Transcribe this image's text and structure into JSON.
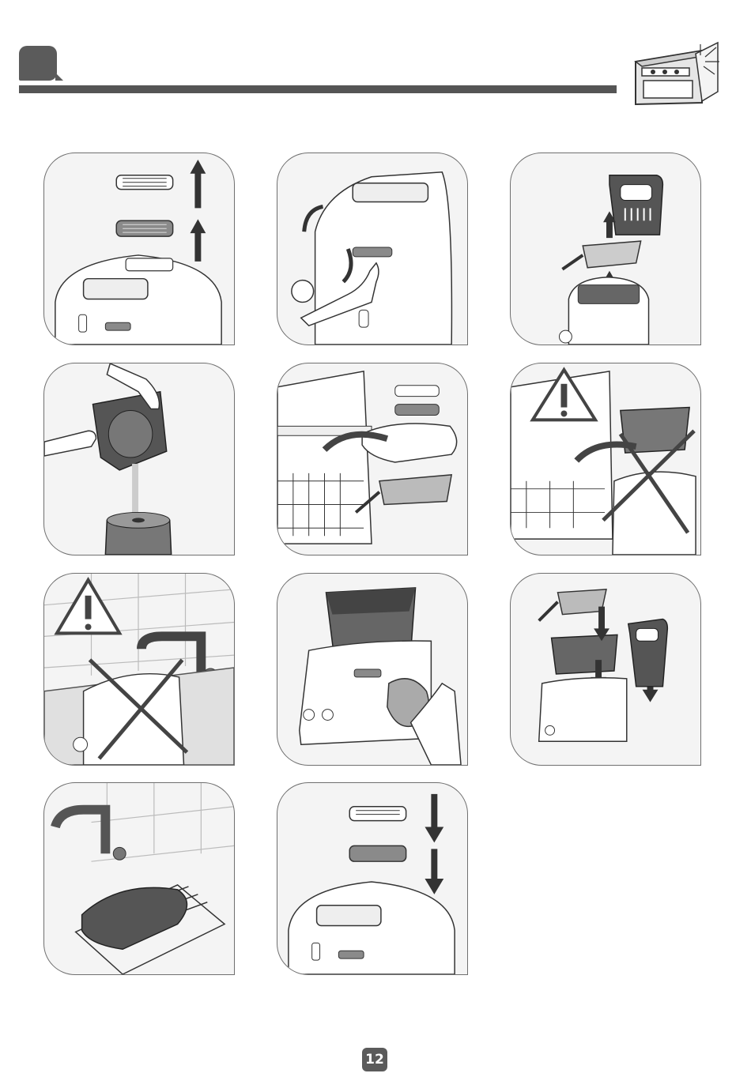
{
  "header": {
    "tab_color": "#5b5b5b",
    "rule_color": "#555555"
  },
  "header_icon": {
    "name": "dishwasher-oven-icon"
  },
  "panels": [
    {
      "name": "panel-remove-lids",
      "icon": "lids-up-arrows"
    },
    {
      "name": "panel-open-lid",
      "icon": "hand-open-lid"
    },
    {
      "name": "panel-lift-basket",
      "icon": "basket-lid-up"
    },
    {
      "name": "panel-pour-oil",
      "icon": "pour-oil-into-container"
    },
    {
      "name": "panel-dishwasher-parts",
      "icon": "parts-into-dishwasher"
    },
    {
      "name": "panel-warning-no-dishwasher-bowl",
      "icon": "warning-triangle-cross"
    },
    {
      "name": "panel-warning-no-tap-water",
      "icon": "warning-triangle-cross"
    },
    {
      "name": "panel-insert-bowl-filter",
      "icon": "bowl-and-filter"
    },
    {
      "name": "panel-reassemble",
      "icon": "parts-down-arrows"
    },
    {
      "name": "panel-dry-rack",
      "icon": "lid-on-drying-rack"
    },
    {
      "name": "panel-replace-lids",
      "icon": "lids-down-arrows"
    }
  ],
  "page": {
    "number": "12"
  }
}
